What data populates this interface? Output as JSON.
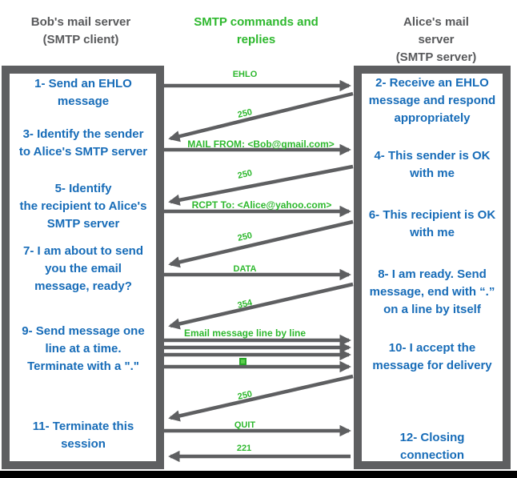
{
  "title_row": {
    "client": "Bob's mail server\n(SMTP client)",
    "commands": "SMTP commands and\nreplies",
    "server": "Alice's mail server\n(SMTP server)"
  },
  "client_box": {
    "steps": [
      "1- Send an EHLO\nmessage",
      "3- Identify the sender\nto Alice's SMTP server",
      "5- Identify\nthe recipient to Alice's\nSMTP server",
      "7- I am about to send\nyou the email\nmessage, ready?",
      "9- Send message one\nline at a time.\nTerminate with a \".\"",
      "11- Terminate this\nsession"
    ]
  },
  "server_box": {
    "steps": [
      "2- Receive an EHLO\nmessage and respond\nappropriately",
      "4- This sender is OK\nwith me",
      "6- This recipient is OK\nwith me",
      "8-  I am ready. Send\nmessage, end with “.”\non a line by itself",
      "10-  I accept the\nmessage for delivery",
      "12-  Closing\nconnection"
    ]
  },
  "messages": [
    {
      "label": "EHLO",
      "direction": "client-to-server"
    },
    {
      "label": "250",
      "direction": "server-to-client"
    },
    {
      "label": "MAIL FROM: <Bob@gmail.com>",
      "direction": "client-to-server"
    },
    {
      "label": "250",
      "direction": "server-to-client"
    },
    {
      "label": "RCPT To: <Alice@yahoo.com>",
      "direction": "client-to-server"
    },
    {
      "label": "250",
      "direction": "server-to-client"
    },
    {
      "label": "DATA",
      "direction": "client-to-server"
    },
    {
      "label": "354",
      "direction": "server-to-client"
    },
    {
      "label": "Email message line by line",
      "direction": "client-to-server"
    },
    {
      "label": "250",
      "direction": "server-to-client"
    },
    {
      "label": "QUIT",
      "direction": "client-to-server"
    },
    {
      "label": "221",
      "direction": "server-to-client"
    }
  ],
  "colors": {
    "step_blue": "#176CB8",
    "label_green": "#2EB82E",
    "border_gray": "#5E5F61",
    "header_gray": "#58595B",
    "bottom_bar_black": "#000000"
  }
}
